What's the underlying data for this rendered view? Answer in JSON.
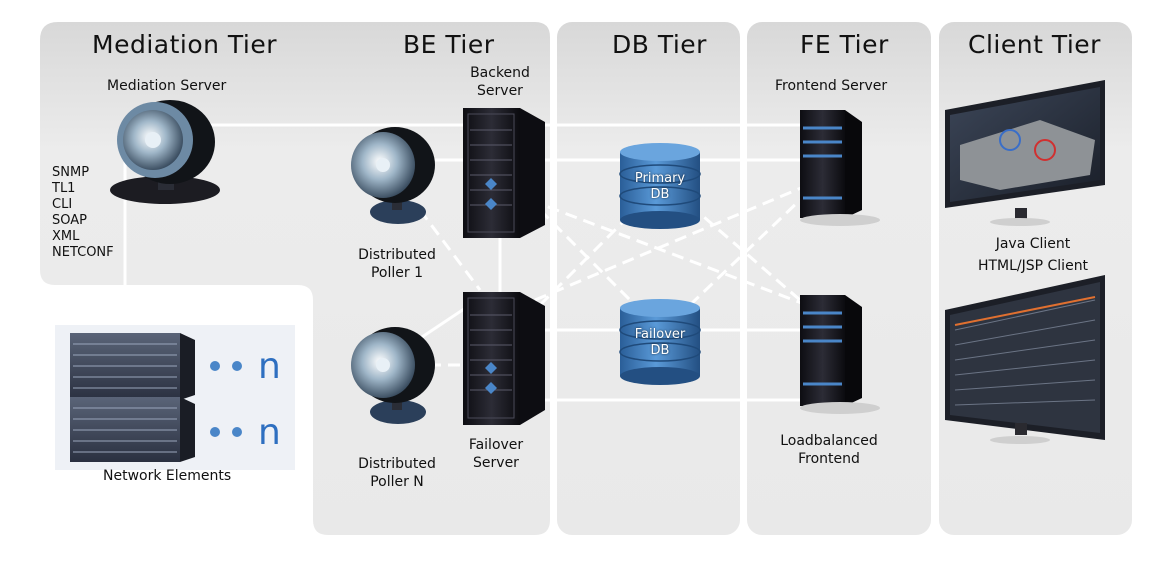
{
  "tiers": {
    "mediation": "Mediation Tier",
    "be": "BE Tier",
    "db": "DB Tier",
    "fe": "FE Tier",
    "client": "Client Tier"
  },
  "nodes": {
    "mediation_server": "Mediation Server",
    "backend_server_line1": "Backend",
    "backend_server_line2": "Server",
    "failover_server_line1": "Failover",
    "failover_server_line2": "Server",
    "poller1_line1": "Distributed",
    "poller1_line2": "Poller 1",
    "pollerN_line1": "Distributed",
    "pollerN_line2": "Poller N",
    "primary_db_line1": "Primary",
    "primary_db_line2": "DB",
    "failover_db_line1": "Failover",
    "failover_db_line2": "DB",
    "frontend_server": "Frontend Server",
    "lb_frontend_line1": "Loadbalanced",
    "lb_frontend_line2": "Frontend",
    "java_client": "Java Client",
    "html_client": "HTML/JSP Client",
    "network_elements": "Network Elements",
    "ne_count_1": "n",
    "ne_count_2": "n"
  },
  "protocols": [
    "SNMP",
    "TL1",
    "CLI",
    "SOAP",
    "XML",
    "NETCONF"
  ],
  "colors": {
    "panel": "#e6e6e6",
    "server_dark": "#1c1c22",
    "accent_blue": "#4a86c8",
    "db_blue": "#3f7fc0",
    "line": "#ffffff",
    "n_blue": "#2e6fc0"
  }
}
